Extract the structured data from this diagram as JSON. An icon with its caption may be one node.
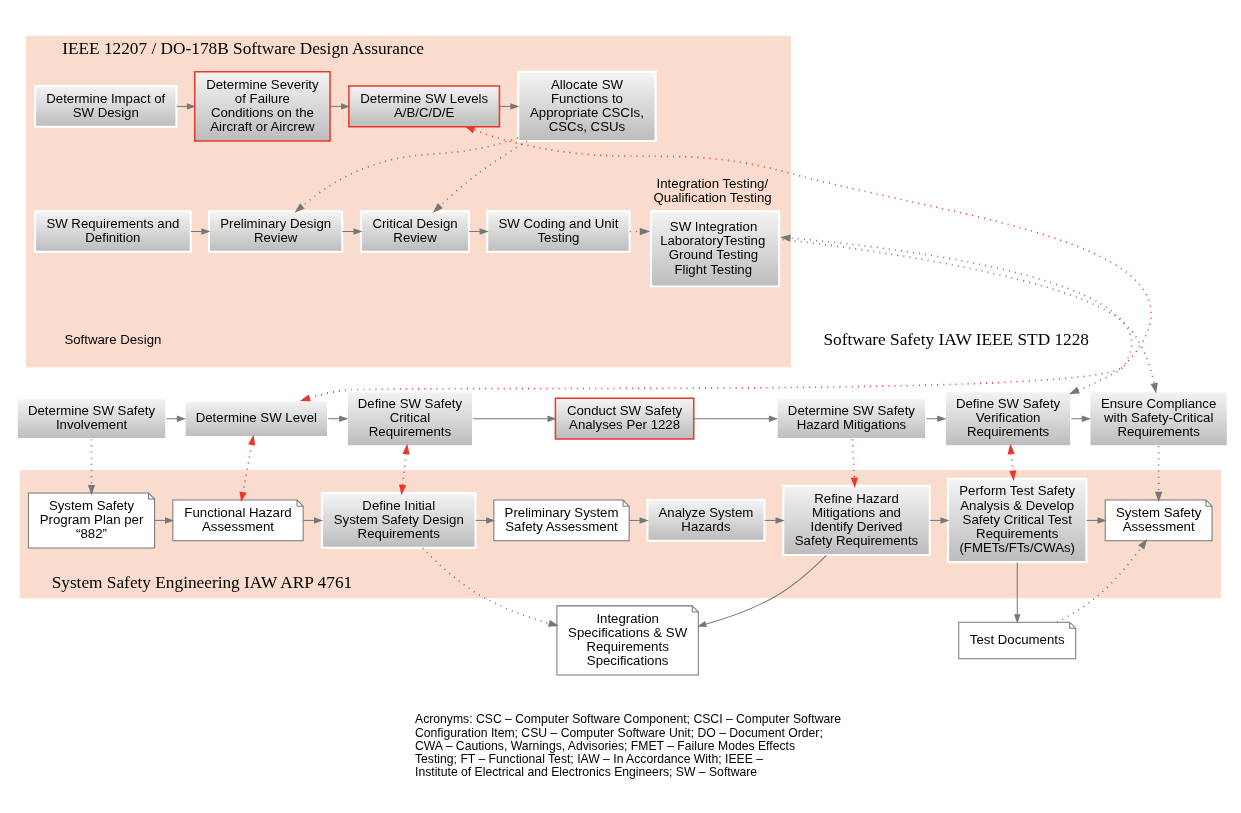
{
  "diagram": {
    "nodes": [
      {
        "text": [
          "IEEE 12207 / DO-178B Software Design Assurance"
        ]
      },
      {
        "text": [
          "Determine Impact of SW Design"
        ],
        "in": 0
      },
      {
        "text": [
          "Determine Severity of Failure Conditions on the Aircraft or Aircrew"
        ],
        "in": 0
      },
      {
        "text": [
          "Determine SW Levels A/B/C/D/E"
        ],
        "in": 0
      },
      {
        "text": [
          "Allocate SW Functions to Appropriate CSCIs, CSCs, CSUs"
        ],
        "in": 0
      },
      {
        "text": [
          "SW Requirements and Definition"
        ],
        "in": 0
      },
      {
        "text": [
          "Preliminary Design Review"
        ],
        "in": 0
      },
      {
        "text": [
          "Critical Design Review"
        ],
        "in": 0
      },
      {
        "text": [
          "SW Coding and Unit Testing"
        ],
        "in": 0
      },
      {
        "text": [
          "SW Integration LaboratoryTesting Ground Testing Flight Testing"
        ],
        "in": 0,
        "beside": [
          "Integration Testing/ Qualification Testing"
        ]
      },
      {
        "text": [
          "Determine SW Safety Involvement"
        ]
      },
      {
        "text": [
          "Determine SW Level"
        ]
      },
      {
        "text": [
          "Define SW Safety Critical Requirements"
        ]
      },
      {
        "text": [
          "Conduct SW Safety Analyses Per 1228"
        ]
      },
      {
        "text": [
          "Determine SW Safety Hazard Mitigations"
        ]
      },
      {
        "text": [
          "Define SW Safety Verification Requirements"
        ]
      },
      {
        "text": [
          "Ensure Compliance with Safety-Critical Requirements"
        ]
      },
      {
        "text": [
          "System Safety Engineering IAW ARP 4761"
        ]
      },
      {
        "text": [
          "System Safety Program Plan per “882”"
        ],
        "in": 17
      },
      {
        "text": [
          "Functional Hazard Assessment"
        ],
        "in": 17
      },
      {
        "text": [
          "Define Initial System Safety Design Requirements"
        ],
        "in": 17
      },
      {
        "text": [
          "Preliminary System Safety Assessment"
        ],
        "in": 17
      },
      {
        "text": [
          "Analyze System Hazards"
        ],
        "in": 17
      },
      {
        "text": [
          "Refine Hazard Mitigations and Identify Derived Safety Requirements"
        ],
        "in": 17
      },
      {
        "text": [
          "Perform Test Safety Analysis & Develop Safety Critical Test Requirements (FMETs/FTs/CWAs)"
        ],
        "in": 17
      },
      {
        "text": [
          "System Safety Assessment"
        ],
        "in": 17
      },
      {
        "text": [
          "Integration Specifications & SW Requirements Specifications"
        ]
      },
      {
        "text": [
          "Test Documents"
        ]
      }
    ],
    "edges": [
      {
        "from": 1,
        "to": 2,
        "arrow": "to"
      },
      {
        "from": 2,
        "to": 3,
        "arrow": "to"
      },
      {
        "from": 3,
        "to": 4,
        "arrow": "to"
      },
      {
        "from": 4,
        "to": 6,
        "arrow": "to",
        "style": "dashed"
      },
      {
        "from": 4,
        "to": 7,
        "arrow": "to",
        "style": "dashed"
      },
      {
        "from": 5,
        "to": 6,
        "arrow": "to"
      },
      {
        "from": 6,
        "to": 7,
        "arrow": "to"
      },
      {
        "from": 7,
        "to": 8,
        "arrow": "to"
      },
      {
        "from": 8,
        "to": 9,
        "arrow": "to",
        "style": "dashed"
      },
      {
        "from": 11,
        "to": 3,
        "arrow": "both",
        "style": "dashed",
        "color": "#e8392f"
      },
      {
        "from": 15,
        "to": 9,
        "arrow": "both",
        "style": "dashed"
      },
      {
        "from": 9,
        "to": 16,
        "arrow": "to",
        "style": "dashed"
      },
      {
        "from": 10,
        "to": 11,
        "arrow": "to"
      },
      {
        "from": 11,
        "to": 12,
        "arrow": "to"
      },
      {
        "from": 12,
        "to": 13,
        "arrow": "to"
      },
      {
        "from": 13,
        "to": 14,
        "arrow": "to"
      },
      {
        "from": 14,
        "to": 15,
        "arrow": "to"
      },
      {
        "from": 15,
        "to": 16,
        "arrow": "to"
      },
      {
        "from": 10,
        "to": 18,
        "arrow": "to",
        "style": "dashed"
      },
      {
        "from": 11,
        "to": 19,
        "arrow": "both",
        "style": "dashed",
        "color": "#e8392f"
      },
      {
        "from": 12,
        "to": 20,
        "arrow": "both",
        "style": "dashed",
        "color": "#e8392f"
      },
      {
        "from": 14,
        "to": 23,
        "arrow": "to",
        "style": "dashed",
        "color": "#e8392f"
      },
      {
        "from": 15,
        "to": 24,
        "arrow": "both",
        "style": "dashed",
        "color": "#e8392f"
      },
      {
        "from": 16,
        "to": 25,
        "arrow": "to",
        "style": "dashed"
      },
      {
        "from": 18,
        "to": 19,
        "arrow": "to"
      },
      {
        "from": 19,
        "to": 20,
        "arrow": "to"
      },
      {
        "from": 20,
        "to": 21,
        "arrow": "to"
      },
      {
        "from": 21,
        "to": 22,
        "arrow": "to"
      },
      {
        "from": 22,
        "to": 23,
        "arrow": "to"
      },
      {
        "from": 23,
        "to": 24,
        "arrow": "to"
      },
      {
        "from": 24,
        "to": 25,
        "arrow": "to"
      },
      {
        "from": 23,
        "to": 26,
        "arrow": "to"
      },
      {
        "from": 24,
        "to": 27,
        "arrow": "to"
      },
      {
        "from": 20,
        "to": 26,
        "arrow": "to",
        "style": "dashed"
      },
      {
        "from": 27,
        "to": 25,
        "arrow": "to",
        "style": "dashed"
      }
    ],
    "labels": [
      "Software Design",
      "Software Safety IAW IEEE STD 1228",
      "Acronyms: CSC – Computer Software Component; CSCI – Computer Software Configuration Item; CSU – Computer Software Unit; DO – Document Order; CWA – Cautions, Warnings, Advisories; FMET – Failure Modes Effects Testing; FT – Functional Test; IAW – In Accordance With; IEEE – Institute of Electrical and Electronics Engineers; SW – Software"
    ]
  }
}
